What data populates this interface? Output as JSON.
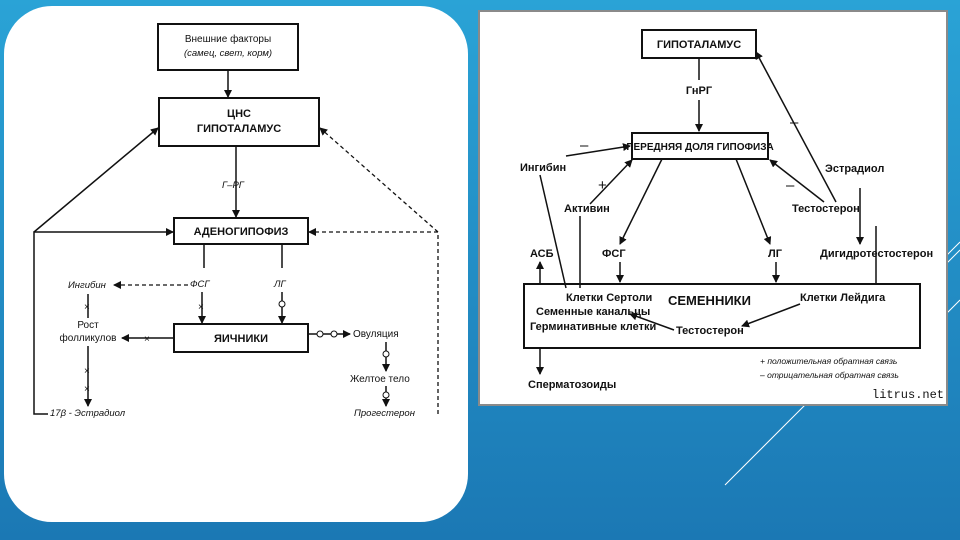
{
  "left_diagram": {
    "external_box_line1": "Внешние факторы",
    "external_box_line2": "(самец, свет, корм)",
    "cns_line1": "ЦНС",
    "cns_line2": "ГИПОТАЛАМУС",
    "grg": "Г–РГ",
    "adeno": "АДЕНОГИПОФИЗ",
    "inhibin": "Ингибин",
    "fsg": "ФСГ",
    "lg": "ЛГ",
    "growth_line1": "Рост",
    "growth_line2": "фолликулов",
    "ovaries": "ЯИЧНИКИ",
    "ovulation": "Овуляция",
    "corpus": "Желтое тело",
    "estradiol": "17β - Эстрадиол",
    "progesterone": "Прогестерон"
  },
  "right_diagram": {
    "hypothalamus": "ГИПОТАЛАМУС",
    "gnrg": "ГнРГ",
    "pituitary": "ПЕРЕДНЯЯ ДОЛЯ ГИПОФИЗА",
    "inhibin": "Ингибин",
    "activin": "Активин",
    "estradiol": "Эстрадиол",
    "testosterone_top": "Тестостерон",
    "dht": "Дигидротестостерон",
    "asb": "АСБ",
    "fsg": "ФСГ",
    "lg": "ЛГ",
    "testes": "СЕМЕННИКИ",
    "sertoli": "Клетки Сертоли",
    "tubules": "Семенные канальцы",
    "germ": "Герминативные клетки",
    "leydig": "Клетки Лейдига",
    "testosterone_inner": "Тестостерон",
    "sperm": "Сперматозоиды",
    "legend_plus": "+ положительная обратная связь",
    "legend_minus": "– отрицательная обратная связь",
    "watermark": "litrus.net",
    "sign_minus": "–",
    "sign_plus": "+"
  }
}
